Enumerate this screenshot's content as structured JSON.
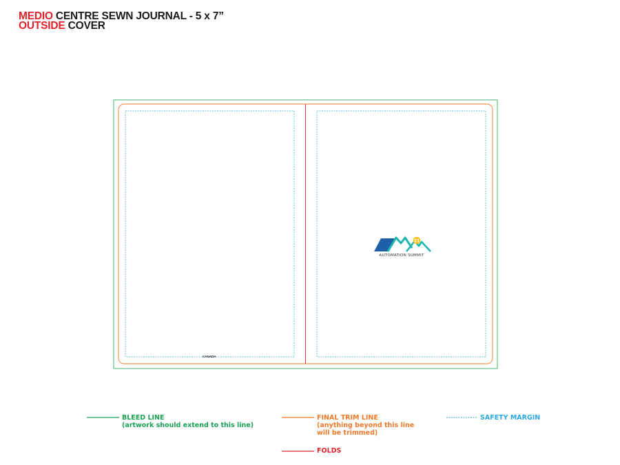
{
  "title": {
    "line1_red": "MEDIO",
    "line1_black": "CENTRE SEWN JOURNAL - 5 x 7”",
    "line2_red": "OUTSIDE",
    "line2_black": "COVER"
  },
  "colors": {
    "bleed": "#1aa055",
    "trim": "#f07a2a",
    "folds": "#e0232a",
    "safety": "#2aa9e0",
    "logo_blue": "#1f5fa8",
    "logo_teal": "#1fb5b0",
    "logo_yellow": "#f2c21b"
  },
  "back_cover": {
    "imprint": "CANADA"
  },
  "front_cover": {
    "logo_icon": "automation-summit-mountain-logo",
    "logo_badge": "21",
    "logo_text": "AUTOMATION SUMMIT"
  },
  "legend": {
    "bleed_title": "BLEED LINE",
    "bleed_desc": "(artwork should extend to this line)",
    "trim_title": "FINAL TRIM LINE",
    "trim_desc1": "(anything beyond this line",
    "trim_desc2": "will be trimmed)",
    "safety_title": "SAFETY MARGIN",
    "folds_title": "FOLDS"
  }
}
